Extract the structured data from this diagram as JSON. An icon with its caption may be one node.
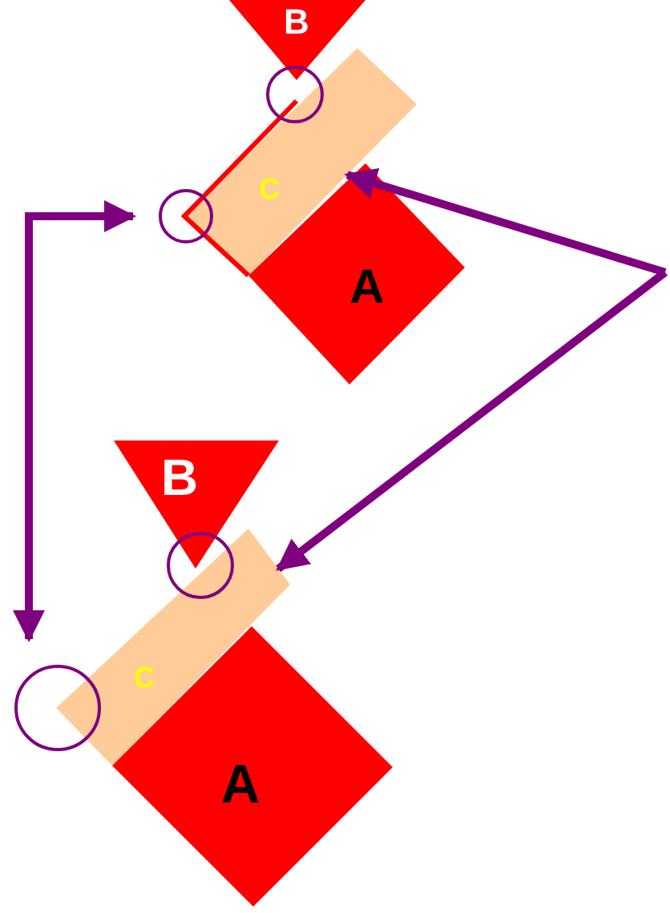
{
  "diagram": {
    "nodes": [
      {
        "text": [
          "B"
        ]
      },
      {
        "text": [
          "C"
        ]
      },
      {
        "text": [
          "A"
        ]
      },
      {
        "text": [],
        "shape": "circle"
      },
      {
        "text": [],
        "shape": "circle"
      },
      {
        "text": [
          "B"
        ]
      },
      {
        "text": [
          "C"
        ]
      },
      {
        "text": [
          "A"
        ]
      },
      {
        "text": [],
        "shape": "circle"
      },
      {
        "text": [],
        "shape": "circle"
      }
    ],
    "edges": [
      {
        "from": 4,
        "to": 9,
        "arrow": "both"
      },
      {
        "from": null,
        "to": 1,
        "arrow": "to"
      },
      {
        "from": null,
        "to": 6,
        "arrow": "to"
      }
    ]
  }
}
